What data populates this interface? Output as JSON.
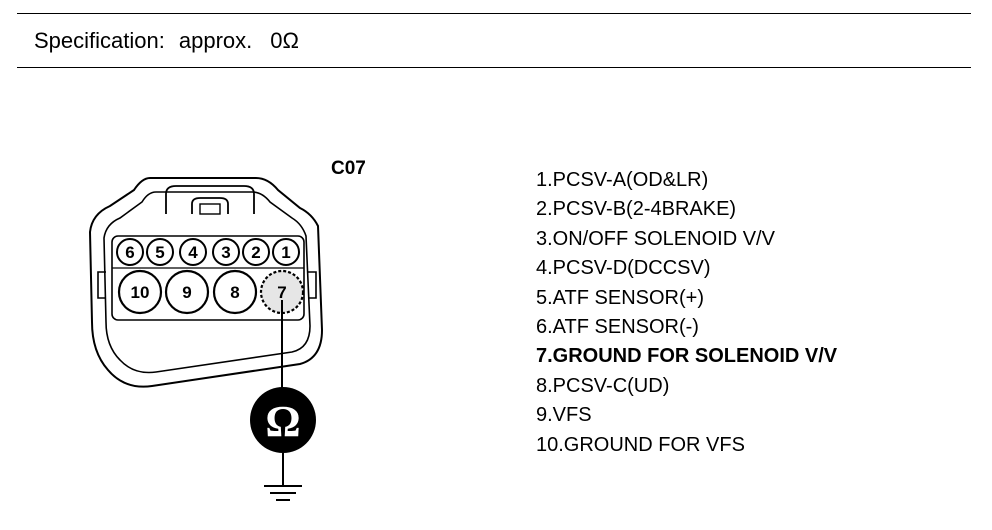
{
  "specification": {
    "label": "Specification:",
    "qualifier": "approx.",
    "value": "0Ω"
  },
  "connector": {
    "id": "C07",
    "top_row_pins": [
      "6",
      "5",
      "4",
      "3",
      "2",
      "1"
    ],
    "bottom_row_pins": [
      "10",
      "9",
      "8",
      "7"
    ],
    "measured_pin": "7",
    "meter_symbol": "Ω"
  },
  "pin_list": [
    {
      "text": "1.PCSV-A(OD&LR)",
      "bold": false
    },
    {
      "text": "2.PCSV-B(2-4BRAKE)",
      "bold": false
    },
    {
      "text": "3.ON/OFF SOLENOID V/V",
      "bold": false
    },
    {
      "text": "4.PCSV-D(DCCSV)",
      "bold": false
    },
    {
      "text": "5.ATF SENSOR(+)",
      "bold": false
    },
    {
      "text": "6.ATF SENSOR(-)",
      "bold": false
    },
    {
      "text": "7.GROUND FOR SOLENOID V/V",
      "bold": true
    },
    {
      "text": "8.PCSV-C(UD)",
      "bold": false
    },
    {
      "text": "9.VFS",
      "bold": false
    },
    {
      "text": "10.GROUND FOR VFS",
      "bold": false
    }
  ]
}
